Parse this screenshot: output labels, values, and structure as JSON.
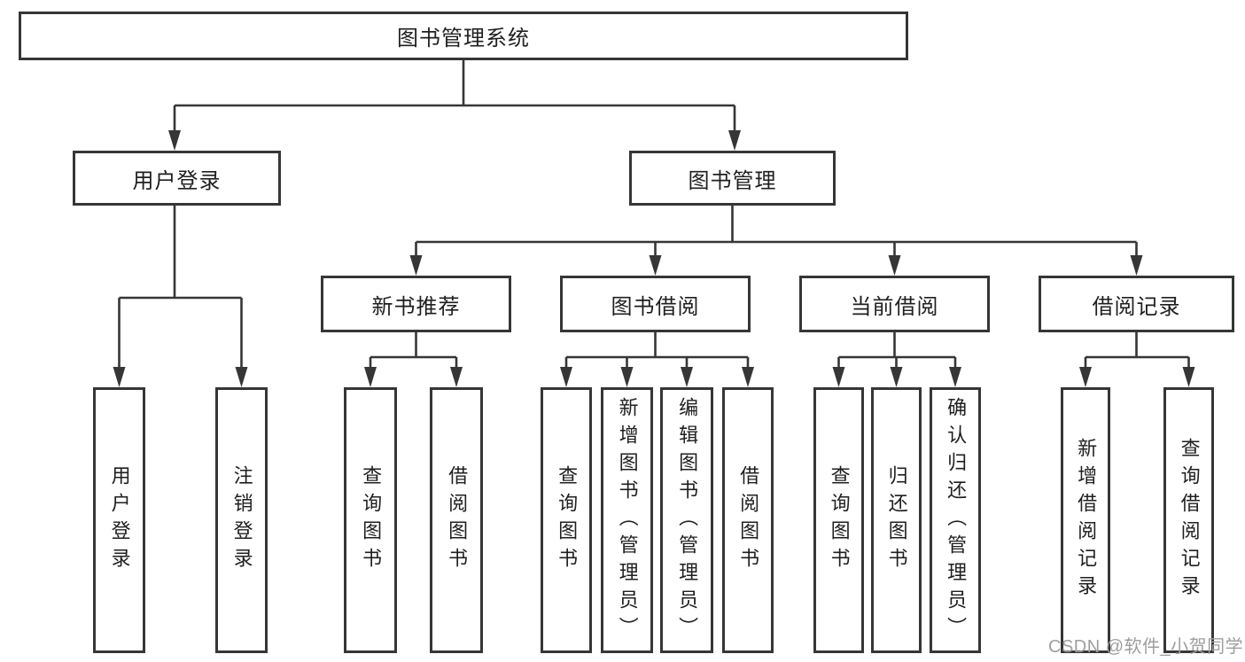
{
  "diagram": {
    "root": {
      "label": "图书管理系统"
    },
    "level2": {
      "user_login": {
        "label": "用户登录"
      },
      "book_management": {
        "label": "图书管理"
      }
    },
    "level3": {
      "new_book_recommend": {
        "label": "新书推荐"
      },
      "book_borrow": {
        "label": "图书借阅"
      },
      "current_borrow": {
        "label": "当前借阅"
      },
      "borrow_records": {
        "label": "借阅记录"
      }
    },
    "leaves": {
      "user_login": [
        "用户登录",
        "注销登录"
      ],
      "new_book_recommend": [
        "查询图书",
        "借阅图书"
      ],
      "book_borrow": [
        "查询图书",
        "新增图书（管理员）",
        "编辑图书（管理员）",
        "借阅图书"
      ],
      "current_borrow": [
        "查询图书",
        "归还图书",
        "确认归还（管理员）"
      ],
      "borrow_records": [
        "新增借阅记录",
        "查询借阅记录"
      ]
    }
  },
  "watermark": {
    "text": "CSDN @软件_小贺同学"
  },
  "colors": {
    "line": "#363636",
    "box_border": "#363636",
    "box_background": "#ffffff",
    "text": "#1f1f1f",
    "watermark": "#9e9e9e",
    "background": "#ffffff"
  }
}
